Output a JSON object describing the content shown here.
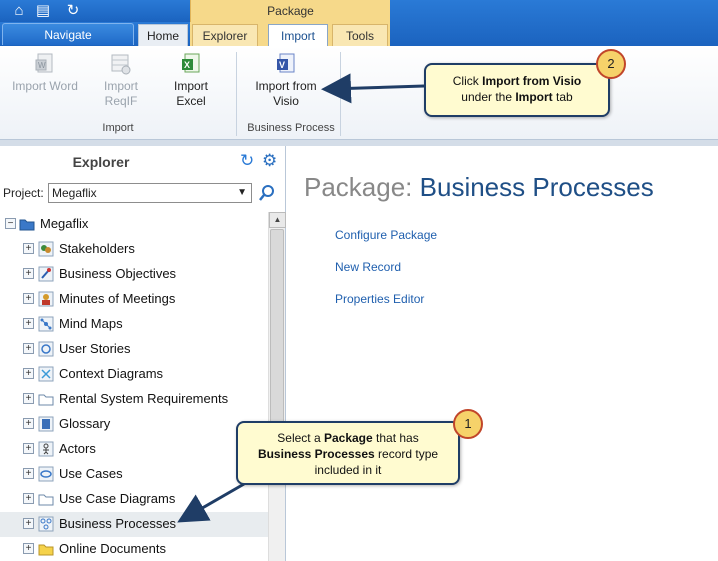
{
  "topbar": {
    "package_header": "Package",
    "tabs": [
      {
        "label": "Navigate"
      },
      {
        "label": "Home"
      },
      {
        "label": "Explorer"
      },
      {
        "label": "Import"
      },
      {
        "label": "Tools"
      }
    ]
  },
  "ribbon": {
    "buttons": [
      {
        "label": "Import Word"
      },
      {
        "label": "Import\nReqIF"
      },
      {
        "label": "Import\nExcel"
      },
      {
        "label": "Import from\nVisio"
      }
    ],
    "groups": [
      {
        "label": "Import"
      },
      {
        "label": "Business Process"
      }
    ]
  },
  "callouts": {
    "step2": {
      "badge": "2",
      "prefix": "Click ",
      "bold1": "Import from Visio",
      "mid": "under the ",
      "bold2": "Import",
      "suffix": " tab"
    },
    "step1": {
      "badge": "1",
      "prefix": "Select a ",
      "bold1": "Package",
      "mid": " that has",
      "bold2": "Business Processes",
      "suffix": " record type",
      "line3": "included in it"
    }
  },
  "explorer": {
    "title": "Explorer",
    "project_label": "Project:",
    "project_value": "Megaflix",
    "root": "Megaflix",
    "items": [
      {
        "label": "Stakeholders",
        "icon": "stakeholders-icon"
      },
      {
        "label": "Business Objectives",
        "icon": "objectives-icon"
      },
      {
        "label": "Minutes of Meetings",
        "icon": "meetings-icon"
      },
      {
        "label": "Mind Maps",
        "icon": "mindmap-icon"
      },
      {
        "label": "User Stories",
        "icon": "user-stories-icon"
      },
      {
        "label": "Context Diagrams",
        "icon": "context-diagram-icon"
      },
      {
        "label": "Rental System Requirements",
        "icon": "folder-icon"
      },
      {
        "label": "Glossary",
        "icon": "glossary-icon"
      },
      {
        "label": "Actors",
        "icon": "actor-icon"
      },
      {
        "label": "Use Cases",
        "icon": "use-case-icon"
      },
      {
        "label": "Use Case Diagrams",
        "icon": "folder-icon"
      },
      {
        "label": "Business Processes",
        "icon": "business-process-icon"
      },
      {
        "label": "Online Documents",
        "icon": "folder-open-icon"
      }
    ]
  },
  "content": {
    "title_prefix": "Package: ",
    "title_name": "Business Processes",
    "links": [
      {
        "label": "Configure Package"
      },
      {
        "label": "New Record"
      },
      {
        "label": "Properties Editor"
      }
    ]
  },
  "colors": {
    "accent_blue": "#1b63bf",
    "package_gold": "#f6d98a",
    "callout_fill": "#fffbd0",
    "callout_border": "#1f3d66",
    "link": "#1f5fae"
  }
}
